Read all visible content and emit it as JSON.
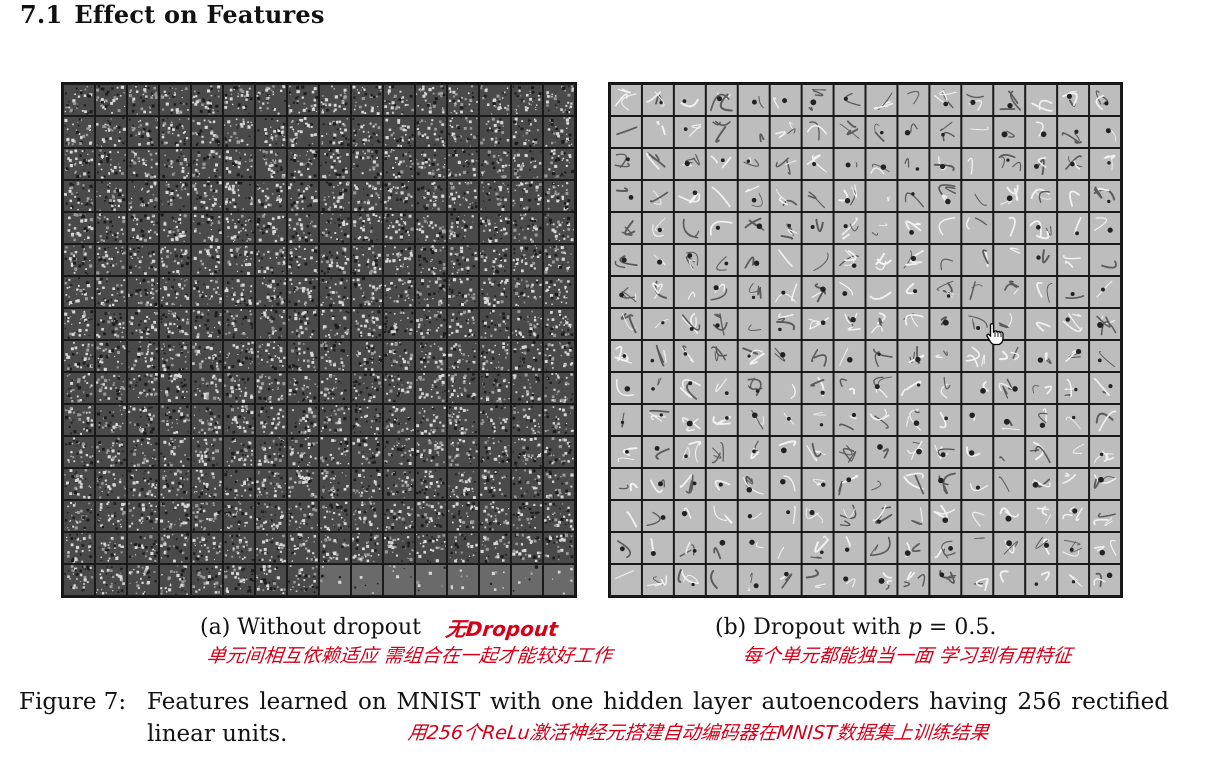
{
  "section": {
    "number": "7.1",
    "title": "Effect on Features"
  },
  "panels": {
    "a": {
      "caption_prefix": "(a) Without dropout",
      "annotation_title": "无Dropout",
      "annotation_note": "单元间相互依赖适应 需组合在一起才能较好工作",
      "grid": 16,
      "bg": "#4a4a4a",
      "border": "#1a1a1a",
      "style": "noise"
    },
    "b": {
      "caption_prefix": "(b) Dropout with ",
      "caption_var": "p",
      "caption_eq": " = 0.5.",
      "annotation_note": "每个单元都能独当一面 学习到有用特征",
      "grid": 16,
      "bg": "#bdbdbd",
      "border": "#1a1a1a",
      "style": "strokes"
    }
  },
  "figure": {
    "label": "Figure 7:",
    "caption": "Features learned on MNIST with one hidden layer autoencoders having 256 rectified linear units.",
    "annotation": "用256个ReLu激活神经元搭建自动编码器在MNIST数据集上训练结果"
  },
  "colors": {
    "annotation": "#d4001a"
  },
  "icons": {
    "cursor": "hand-pointer-icon"
  }
}
